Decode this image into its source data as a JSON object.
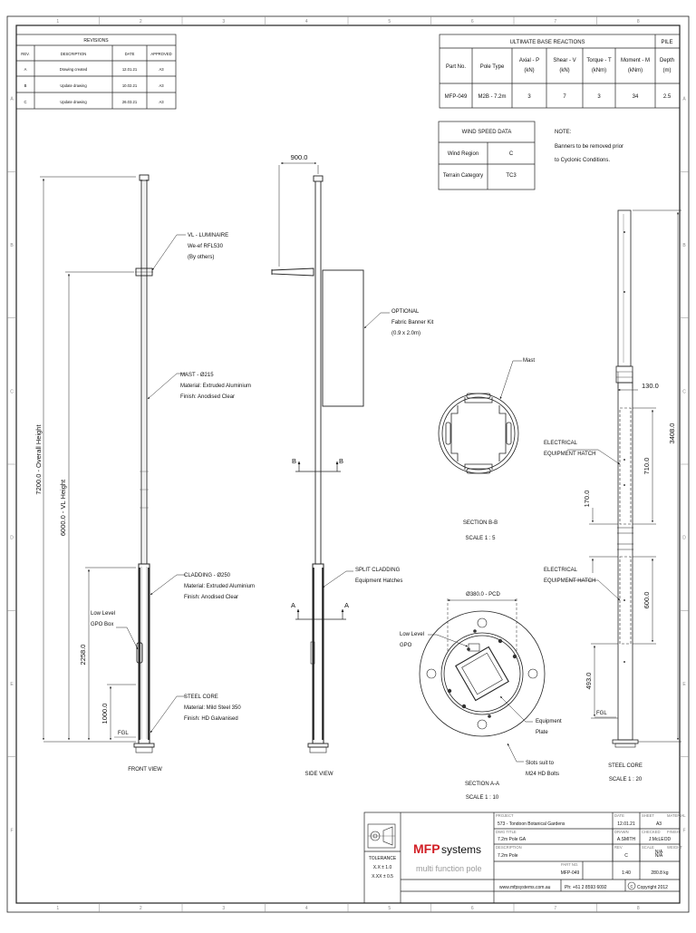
{
  "zone_numbers": [
    "1",
    "2",
    "3",
    "4",
    "5",
    "6",
    "7",
    "8"
  ],
  "zone_letters": [
    "A",
    "B",
    "C",
    "D",
    "E",
    "F"
  ],
  "revisions": {
    "title": "REVISIONS",
    "headers": [
      "REV.",
      "DESCRIPTION",
      "DATE",
      "APPROVED"
    ],
    "rows": [
      [
        "A",
        "Drawing created",
        "12.01.21",
        "A3"
      ],
      [
        "B",
        "Update drawing",
        "10.02.21",
        "A3"
      ],
      [
        "C",
        "Update drawing",
        "26.03.21",
        "A3"
      ]
    ]
  },
  "reactions": {
    "title": "ULTIMATE BASE REACTIONS",
    "pile_title": "PILE",
    "headers": [
      [
        "Part No."
      ],
      [
        "Pole Type"
      ],
      [
        "Axial - P",
        "(kN)"
      ],
      [
        "Shear - V",
        "(kN)"
      ],
      [
        "Torque - T",
        "(kNm)"
      ],
      [
        "Moment - M",
        "(kNm)"
      ],
      [
        "Depth",
        "(m)"
      ]
    ],
    "row": [
      "MFP-049",
      "M2B - 7.2m",
      "3",
      "7",
      "3",
      "34",
      "2.5"
    ]
  },
  "wind": {
    "title": "WIND SPEED DATA",
    "rows": [
      [
        "Wind Region",
        "C"
      ],
      [
        "Terrain Category",
        "TC3"
      ]
    ]
  },
  "note": {
    "title": "NOTE:",
    "lines": [
      "Banners to be removed prior",
      "to Cyclonic Conditions."
    ]
  },
  "front_view": {
    "caption": "FRONT VIEW",
    "overall_height": "7200.0 - Overall Height",
    "vl_height": "6000.0 - VL Height",
    "dim_2258": "2258.0",
    "dim_1000": "1000.0",
    "fgl": "FGL",
    "gpo": [
      "Low Level",
      "GPO Box"
    ],
    "luminaire": [
      "VL - LUMINAIRE",
      "We-ef RFL530",
      "(By others)"
    ],
    "mast": [
      "MAST - Ø215",
      "Material: Extruded Aluminium",
      "Finish: Anodised Clear"
    ],
    "cladding": [
      "CLADDING - Ø250",
      "Material: Extruded Aluminium",
      "Finish: Anodised Clear"
    ],
    "core": [
      "STEEL CORE",
      "Material: Mild Steel 350",
      "Finish: HD Galvanised"
    ]
  },
  "side_view": {
    "caption": "SIDE VIEW",
    "dim_900": "900.0",
    "banner": [
      "OPTIONAL",
      "Fabric Banner Kit",
      "(0.9 x 2.0m)"
    ],
    "split": [
      "SPLIT CLADDING",
      "Equipment Hatches"
    ],
    "mark_b": "B",
    "mark_a": "A"
  },
  "section_bb": {
    "mast_label": "Mast",
    "caption": [
      "SECTION B-B",
      "SCALE 1 : 5"
    ]
  },
  "section_aa": {
    "pcd": "Ø380.0 - PCD",
    "gpo": [
      "Low Level",
      "GPO"
    ],
    "plate": [
      "Equipment",
      "Plate"
    ],
    "slots": [
      "Slots suit to",
      "M24 HD Bolts"
    ],
    "caption": [
      "SECTION A-A",
      "SCALE 1 : 10"
    ]
  },
  "core_detail": {
    "dim_130": "130.0",
    "dim_3408": "3408.0",
    "dim_710": "710.0",
    "dim_170": "170.0",
    "dim_600": "600.0",
    "dim_493": "493.0",
    "hatch1": [
      "ELECTRICAL",
      "EQUIPMENT HATCH"
    ],
    "hatch2": [
      "ELECTRICAL",
      "EQUIPMENT HATCH"
    ],
    "fgl": "FGL",
    "caption": [
      "STEEL CORE",
      "SCALE 1 : 20"
    ]
  },
  "title_block": {
    "tolerance": [
      "TOLERANCE",
      "X.X ± 1.0",
      "X.XX ± 0.5"
    ],
    "brand_mfp": "MFP",
    "brand_systems": "systems",
    "tagline": "multi  function  pole",
    "website": "www.mfpsystems.com.au",
    "phone": "Ph: +61 2 8593 6092",
    "copyright": "Copyright 2012",
    "copyright_symbol": "C",
    "project_label": "PROJECT",
    "project": "573 - Tondoon Botanical Gardens",
    "drawing_title_label": "DWG TITLE",
    "drawing_title": "7.2m Pole GA",
    "description_label": "DESCRIPTION",
    "description": "7.2m Pole",
    "date_label": "DATE",
    "date": "12.01.21",
    "sheet_label": "SHEET",
    "sheet": "A3",
    "material_label": "MATERIAL",
    "material": "N/A",
    "drawn_label": "DRAWN",
    "drawn": "A.SMITH",
    "checked_label": "CHECKED",
    "checked": "J.McLEOD",
    "finish_label": "FINISH",
    "finish": "N/A",
    "part_label": "PART NO.",
    "part": "MFP-049",
    "rev_label": "REV",
    "rev": "C",
    "scale_label": "SCALE",
    "scale": "1:40",
    "weight_label": "WEIGHT",
    "weight": "280.8 kg"
  }
}
